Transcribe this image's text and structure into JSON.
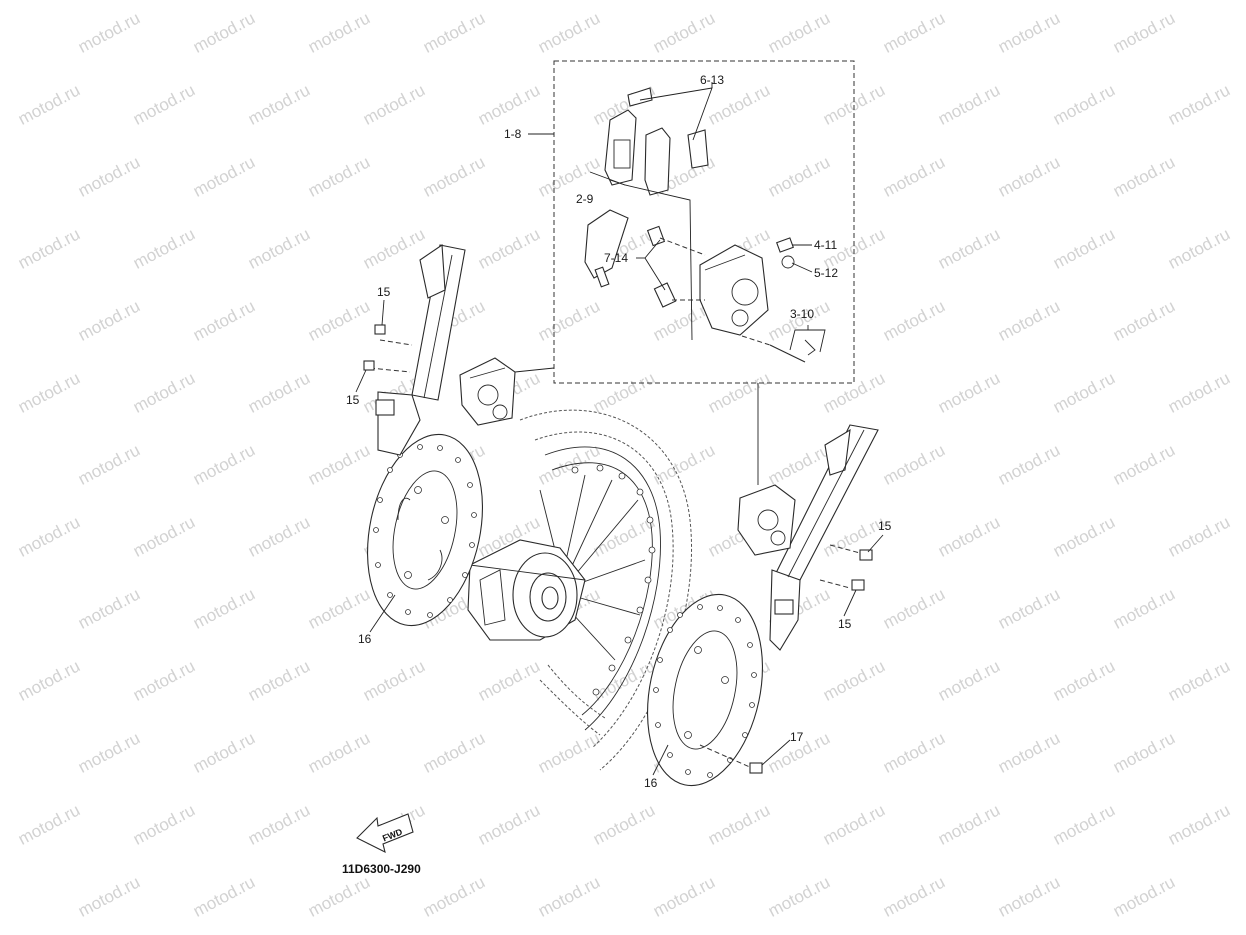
{
  "watermark": "motod.ru",
  "diagram_code": "11D6300-J290",
  "fwd_label": "FWD",
  "callouts": [
    {
      "id": "c-6-13",
      "text": "6-13"
    },
    {
      "id": "c-1-8",
      "text": "1-8"
    },
    {
      "id": "c-2-9",
      "text": "2-9"
    },
    {
      "id": "c-4-11",
      "text": "4-11"
    },
    {
      "id": "c-7-14",
      "text": "7-14"
    },
    {
      "id": "c-5-12",
      "text": "5-12"
    },
    {
      "id": "c-3-10",
      "text": "3-10"
    },
    {
      "id": "c-15a",
      "text": "15"
    },
    {
      "id": "c-15b",
      "text": "15"
    },
    {
      "id": "c-15c",
      "text": "15"
    },
    {
      "id": "c-15d",
      "text": "15"
    },
    {
      "id": "c-16a",
      "text": "16"
    },
    {
      "id": "c-16b",
      "text": "16"
    },
    {
      "id": "c-17",
      "text": "17"
    }
  ]
}
